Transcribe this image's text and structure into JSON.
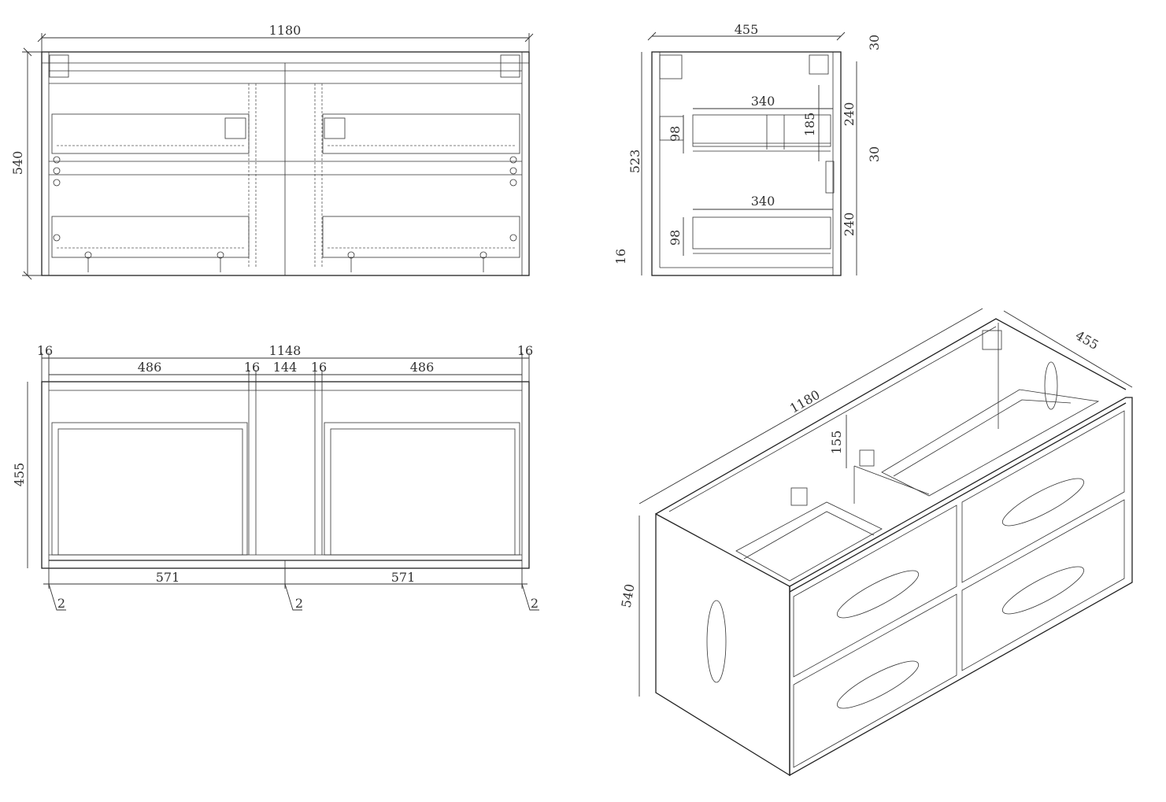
{
  "title": "Cabinet technical drawing",
  "front_view": {
    "width": "1180",
    "height": "540"
  },
  "side_view": {
    "depth": "455",
    "top_rail": "30",
    "drawer_width_upper": "340",
    "drawer_height_upper": "98",
    "opening_height": "185",
    "drawer_pitch_upper": "240",
    "mid_rail": "30",
    "inner_height": "523",
    "drawer_width_lower": "340",
    "drawer_height_lower": "98",
    "drawer_pitch_lower": "240",
    "base": "16"
  },
  "top_view": {
    "side_left": "16",
    "inner_width": "1148",
    "side_right": "16",
    "bay_left": "486",
    "divider_left": "16",
    "center_gap": "144",
    "divider_right": "16",
    "bay_right": "486",
    "depth": "455",
    "door_left": "571",
    "door_right": "571",
    "gap_left": "2",
    "gap_center": "2",
    "gap_right": "2"
  },
  "iso_view": {
    "width": "1180",
    "depth": "455",
    "inner_depth": "155",
    "height": "540"
  }
}
